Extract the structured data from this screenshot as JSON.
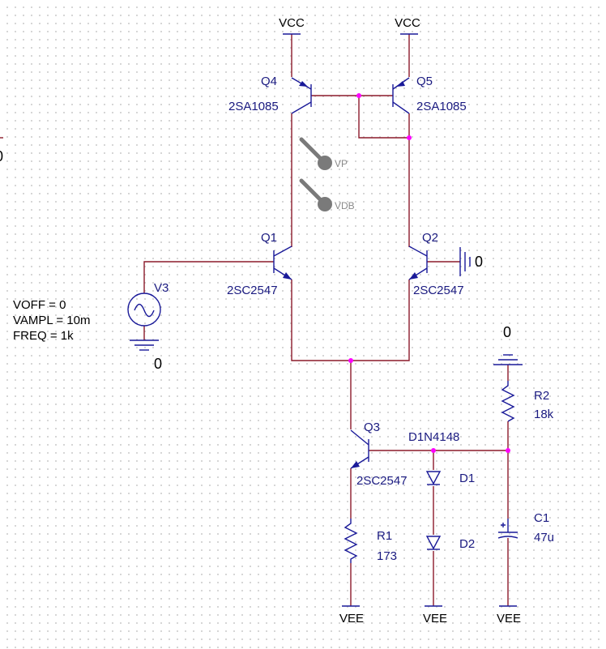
{
  "power": {
    "vcc": "VCC",
    "vee": "VEE",
    "ground": "0"
  },
  "transistors": {
    "q4": {
      "ref": "Q4",
      "model": "2SA1085"
    },
    "q5": {
      "ref": "Q5",
      "model": "2SA1085"
    },
    "q1": {
      "ref": "Q1",
      "model": "2SC2547"
    },
    "q2": {
      "ref": "Q2",
      "model": "2SC2547"
    },
    "q3": {
      "ref": "Q3",
      "model": "2SC2547"
    }
  },
  "source": {
    "ref": "V3",
    "params": [
      "VOFF = 0",
      "VAMPL = 10m",
      "FREQ = 1k"
    ]
  },
  "probes": {
    "vp": "VP",
    "vdb": "VDB"
  },
  "resistors": {
    "r1": {
      "ref": "R1",
      "value": "173"
    },
    "r2": {
      "ref": "R2",
      "value": "18k"
    }
  },
  "capacitor": {
    "ref": "C1",
    "value": "47u"
  },
  "diodes": {
    "model": "D1N4148",
    "d1": "D1",
    "d2": "D2"
  },
  "edge_label": "0",
  "colors": {
    "wire": "#8b1a2a",
    "part": "#1a1a99",
    "node": "#ff00ff",
    "probe": "#7a7a7a"
  }
}
